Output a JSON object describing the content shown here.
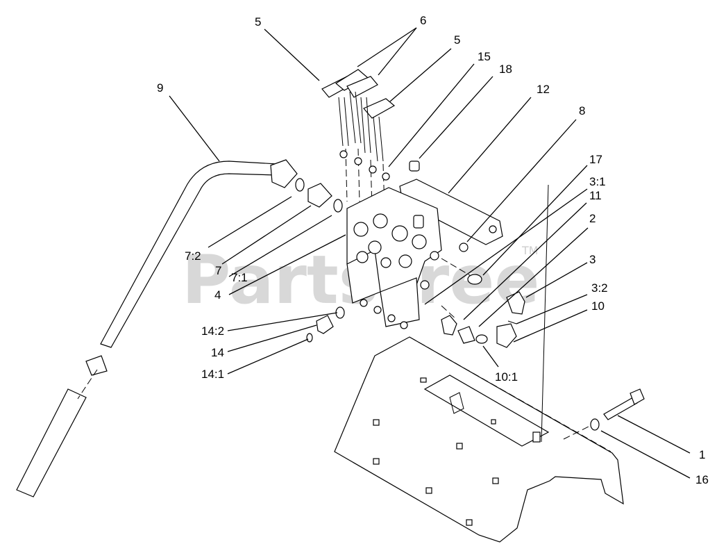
{
  "watermark": {
    "text": "PartsTree",
    "trademark": "TM"
  },
  "callouts": {
    "c5a": "5",
    "c6": "6",
    "c5b": "5",
    "c15": "15",
    "c18": "18",
    "c12": "12",
    "c9": "9",
    "c8": "8",
    "c17": "17",
    "c3_1": "3:1",
    "c11": "11",
    "c2": "2",
    "c3": "3",
    "c3_2": "3:2",
    "c10": "10",
    "c7_2": "7:2",
    "c7": "7",
    "c7_1": "7:1",
    "c4": "4",
    "c14_2": "14:2",
    "c14": "14",
    "c14_1": "14:1",
    "c10_1": "10:1",
    "c1": "1",
    "c16": "16"
  }
}
